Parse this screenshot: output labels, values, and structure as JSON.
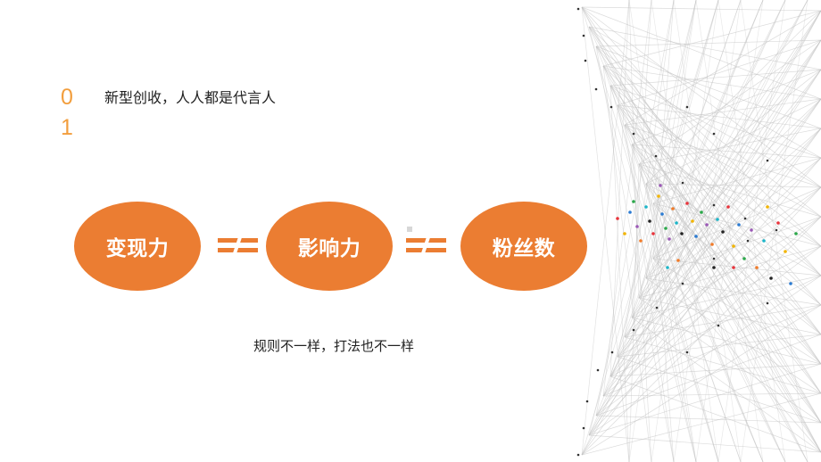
{
  "section": {
    "number": "0\n1",
    "title": "新型创收，人人都是代言人"
  },
  "concepts": [
    "变现力",
    "影响力",
    "粉丝数"
  ],
  "relation_icon": "not-equal-icon",
  "subtitle": "规则不一样，打法也不一样",
  "colors": {
    "accent": "#eb7d32",
    "number": "#f29e3d",
    "text": "#222222",
    "background": "#ffffff"
  },
  "decoration_icon": "network-mesh-icon"
}
